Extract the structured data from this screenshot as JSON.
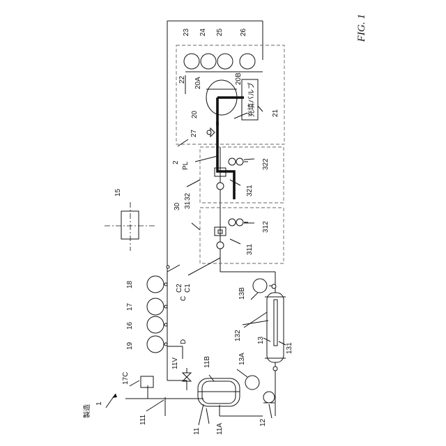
{
  "figure": {
    "title": "FIG. 1",
    "system_label": "製造",
    "system_number": "1"
  },
  "labels": {
    "n11": "11",
    "n11A": "11A",
    "n11B": "11B",
    "n11V": "11V",
    "n111": "111",
    "n12": "12",
    "n13": "13",
    "n13A": "13A",
    "n13B": "13B",
    "n131": "131",
    "n132": "132",
    "n15": "15",
    "n16": "16",
    "n17": "17",
    "n17C": "17C",
    "n18": "18",
    "n19": "19",
    "nD": "D",
    "nC": "C",
    "nC1": "C1",
    "nC2": "C2",
    "n2": "2",
    "nPL": "PL",
    "n20": "20",
    "n20A": "20A",
    "n20B": "20B",
    "n21": "21",
    "n21_text": "充填バルブ",
    "n22": "22",
    "n23": "23",
    "n24": "24",
    "n25": "25",
    "n26": "26",
    "n27": "27",
    "n30": "30",
    "n31": "31",
    "n32": "32",
    "n311": "311",
    "n312": "312",
    "n321": "321",
    "n322": "322"
  }
}
